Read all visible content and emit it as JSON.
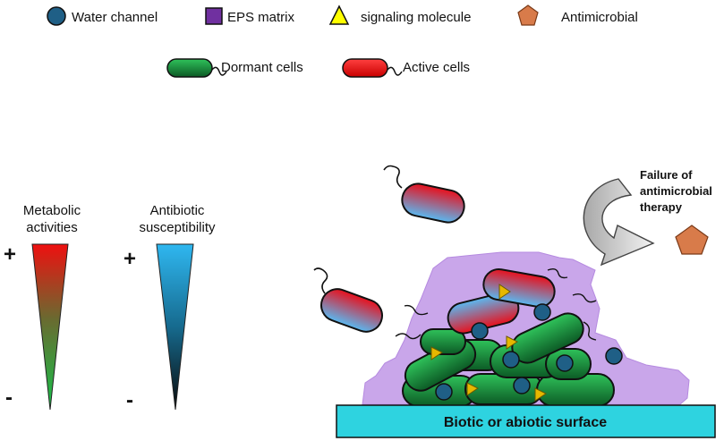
{
  "legend": {
    "water_channel": "Water channel",
    "eps_matrix": "EPS matrix",
    "signaling_molecule": "signaling molecule",
    "antimicrobial": "Antimicrobial",
    "dormant_cells": "Dormant cells",
    "active_cells": "Active cells"
  },
  "gradients": {
    "metabolic_line1": "Metabolic",
    "metabolic_line2": "activities",
    "antibiotic_line1": "Antibiotic",
    "antibiotic_line2": "susceptibility",
    "plus": "+",
    "minus": "-"
  },
  "biofilm": {
    "failure_line1": "Failure of",
    "failure_line2": "antimicrobial",
    "failure_line3": "therapy",
    "surface_label": "Biotic or abiotic surface"
  },
  "colors": {
    "water_channel": "#1f5f86",
    "eps_matrix": "#c9a6ea",
    "eps_legend": "#7030a0",
    "signaling": "#e6c800",
    "antimicrobial": "#d87b4a",
    "dormant_green": "#1e9b45",
    "active_red": "#e60000",
    "active_blue": "#4fb4ee",
    "surface": "#2ed3e0"
  }
}
